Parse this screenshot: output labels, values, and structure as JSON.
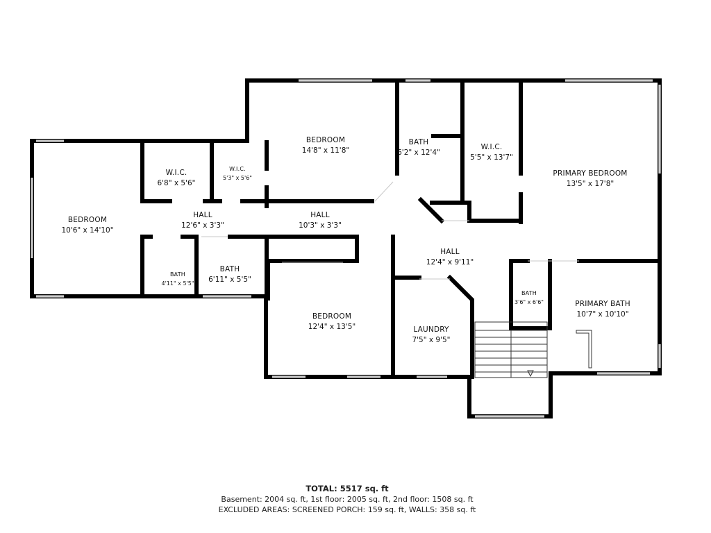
{
  "rooms": [
    {
      "id": "bedroom-west",
      "name": "BEDROOM",
      "dims": "10'6\" x 14'10\""
    },
    {
      "id": "wic-1",
      "name": "W.I.C.",
      "dims": "6'8\" x 5'6\""
    },
    {
      "id": "wic-2",
      "name": "W.I.C.",
      "dims": "5'3\" x 5'6\""
    },
    {
      "id": "hall-west",
      "name": "HALL",
      "dims": "12'6\" x 3'3\""
    },
    {
      "id": "bath-small-west",
      "name": "BATH",
      "dims": "4'11\" x 5'5\""
    },
    {
      "id": "bath-west",
      "name": "BATH",
      "dims": "6'11\" x 5'5\""
    },
    {
      "id": "bedroom-north",
      "name": "BEDROOM",
      "dims": "14'8\" x 11'8\""
    },
    {
      "id": "hall-middle",
      "name": "HALL",
      "dims": "10'3\" x 3'3\""
    },
    {
      "id": "bath-north",
      "name": "BATH",
      "dims": "6'2\" x 12'4\""
    },
    {
      "id": "wic-3",
      "name": "W.I.C.",
      "dims": "5'5\" x 13'7\""
    },
    {
      "id": "primary-bedroom",
      "name": "PRIMARY BEDROOM",
      "dims": "13'5\" x 17'8\""
    },
    {
      "id": "hall-center",
      "name": "HALL",
      "dims": "12'4\" x 9'11\""
    },
    {
      "id": "bedroom-south",
      "name": "BEDROOM",
      "dims": "12'4\" x 13'5\""
    },
    {
      "id": "laundry",
      "name": "LAUNDRY",
      "dims": "7'5\" x 9'5\""
    },
    {
      "id": "bath-east",
      "name": "BATH",
      "dims": "3'6\" x 6'6\""
    },
    {
      "id": "primary-bath",
      "name": "PRIMARY BATH",
      "dims": "10'7\" x 10'10\""
    }
  ],
  "summary": {
    "total": "TOTAL: 5517 sq. ft",
    "breakdown": "Basement: 2004 sq. ft, 1st floor: 2005 sq. ft, 2nd floor: 1508 sq. ft",
    "excluded": "EXCLUDED AREAS: SCREENED PORCH: 159 sq. ft, WALLS: 358 sq. ft"
  }
}
